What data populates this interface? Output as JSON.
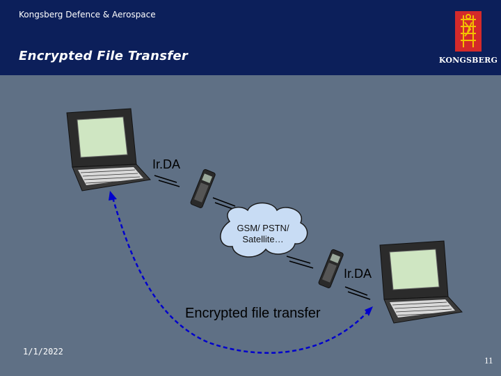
{
  "header": {
    "company": "Kongsberg Defence & Aerospace",
    "title": "Encrypted File Transfer",
    "logo_text": "KONGSBERG"
  },
  "diagram": {
    "irda_top": "Ir.DA",
    "irda_bottom": "Ir.DA",
    "cloud_line1": "GSM/ PSTN/",
    "cloud_line2": "Satellite…",
    "transfer_label": "Encrypted file transfer"
  },
  "footer": {
    "date": "1/1/2022",
    "page": "11"
  },
  "colors": {
    "header_bg": "#0c1f5a",
    "slide_bg": "#5f7085",
    "cloud": "#c8dcf4",
    "arrow": "#0000cc",
    "logo_red": "#d42a2a"
  }
}
